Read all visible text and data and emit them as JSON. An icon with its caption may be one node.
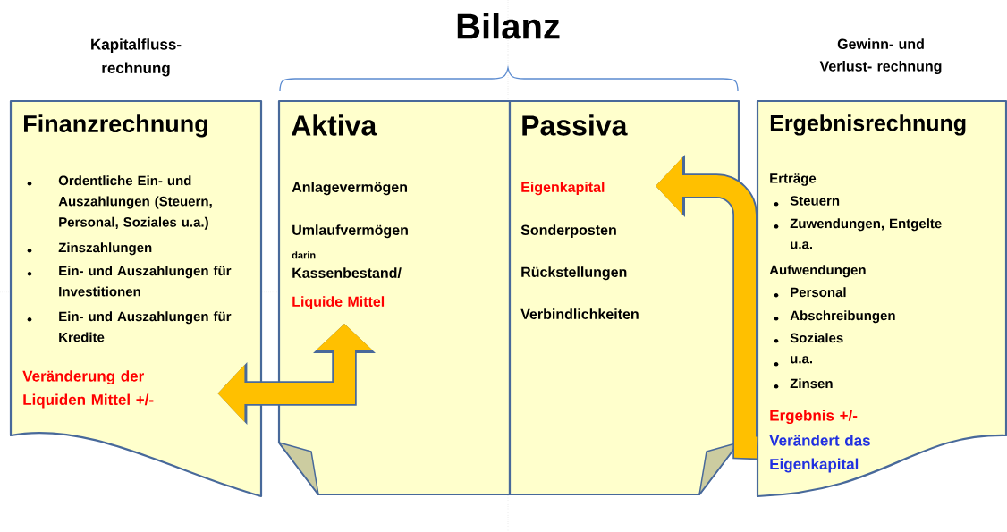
{
  "diagram": {
    "title": "Bilanz",
    "nodes": [
      {
        "text": [
          "Finanzrechnung",
          "Ordentliche Ein- und Auszahlungen (Steuern, Personal, Soziales u.a.)",
          "Zinszahlungen",
          "Ein- und Auszahlungen für Investitionen",
          "Ein- und Auszahlungen für Kredite",
          "Veränderung der Liquiden Mittel +/-"
        ],
        "beside": [
          "Kapitalfluss- rechnung"
        ]
      },
      {
        "text": [
          "Aktiva",
          "Anlagevermögen",
          "Umlaufvermögen",
          "darin",
          "Kassenbestand/",
          "Liquide Mittel"
        ]
      },
      {
        "text": [
          "Passiva",
          "Eigenkapital",
          "Sonderposten",
          "Rückstellungen",
          "Verbindlichkeiten"
        ]
      },
      {
        "text": [
          "Ergebnisrechnung",
          "Erträge",
          "Steuern",
          "Zuwendungen, Entgelte u.a.",
          "Aufwendungen",
          "Personal",
          "Abschreibungen",
          "Soziales",
          "u.a.",
          "Zinsen",
          "Ergebnis +/-",
          "Verändert das Eigenkapital"
        ],
        "beside": [
          "Gewinn- und Verlust- rechnung"
        ]
      }
    ],
    "edges": [
      {
        "from": 0,
        "to": 1,
        "arrow": "both"
      },
      {
        "from": 3,
        "to": 2,
        "arrow": "to"
      }
    ]
  }
}
